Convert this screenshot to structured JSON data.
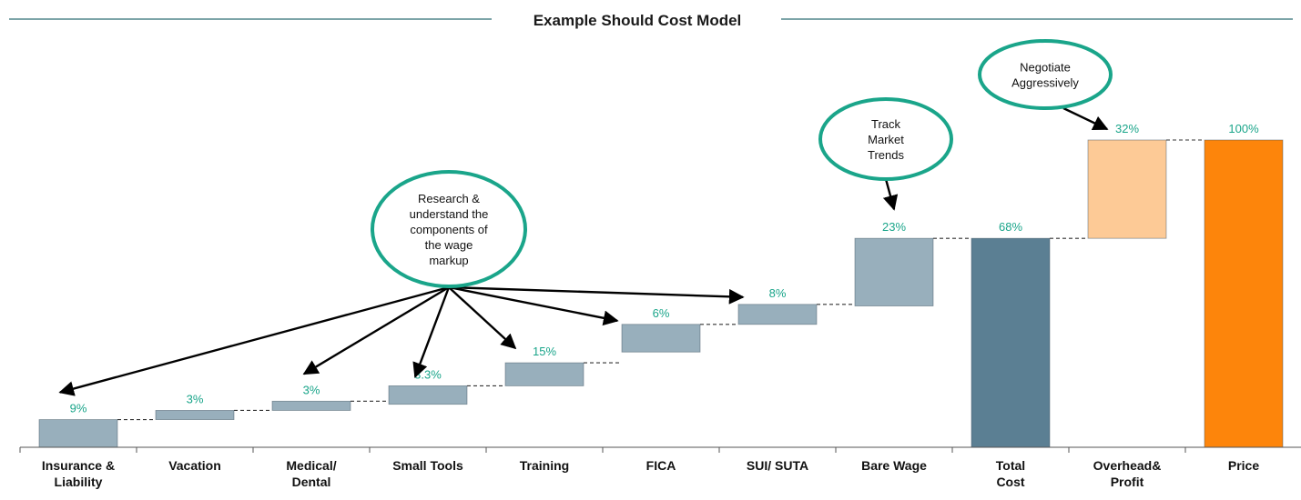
{
  "chart_data": {
    "type": "bar",
    "title": "Example Should Cost Model",
    "xlabel": "",
    "ylabel": "",
    "ylim": [
      0,
      100
    ],
    "grid": false,
    "categories": [
      [
        "Insurance &",
        "Liability"
      ],
      [
        "Vacation"
      ],
      [
        "Medical/",
        "Dental"
      ],
      [
        "Small Tools"
      ],
      [
        "Training"
      ],
      [
        "FICA"
      ],
      [
        "SUI/ SUTA"
      ],
      [
        "Bare Wage"
      ],
      [
        "Total",
        "Cost"
      ],
      [
        "Overhead&",
        "Profit"
      ],
      [
        "Price"
      ]
    ],
    "bars": [
      {
        "start": 0,
        "end": 9,
        "label": "9%",
        "color": "#98afbc"
      },
      {
        "start": 9,
        "end": 12,
        "label": "3%",
        "color": "#98afbc"
      },
      {
        "start": 12,
        "end": 15,
        "label": "3%",
        "color": "#98afbc"
      },
      {
        "start": 14,
        "end": 20,
        "label": "3.3%",
        "color": "#98afbc"
      },
      {
        "start": 20,
        "end": 27.5,
        "label": "15%",
        "color": "#98afbc"
      },
      {
        "start": 31,
        "end": 40,
        "label": "6%",
        "color": "#98afbc"
      },
      {
        "start": 40,
        "end": 46.5,
        "label": "8%",
        "color": "#98afbc"
      },
      {
        "start": 46,
        "end": 68,
        "label": "23%",
        "color": "#98afbc"
      },
      {
        "start": 0,
        "end": 68,
        "label": "68%",
        "color": "#5b7f93"
      },
      {
        "start": 68,
        "end": 100,
        "label": "32%",
        "color": "#fdca96"
      },
      {
        "start": 0,
        "end": 100,
        "label": "100%",
        "color": "#fd850b"
      }
    ],
    "colors": {
      "increment": "#98afbc",
      "total": "#5b7f93",
      "overhead": "#fdca96",
      "price": "#fd850b",
      "label": "#1aa58a",
      "callout_border": "#1aa58a"
    },
    "annotations": [
      {
        "lines": [
          "Research &",
          "understand the",
          "components of",
          "the wage",
          "markup"
        ],
        "targets": [
          0,
          2,
          3,
          4,
          5,
          6
        ]
      },
      {
        "lines": [
          "Track",
          "Market",
          "Trends"
        ],
        "targets": [
          7
        ]
      },
      {
        "lines": [
          "Negotiate",
          "Aggressively"
        ],
        "targets": [
          9
        ]
      }
    ]
  }
}
